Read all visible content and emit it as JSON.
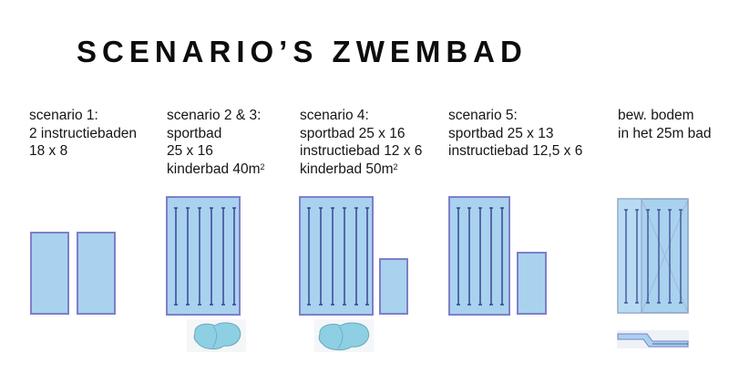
{
  "title": "SCENARIO’S ZWEMBAD",
  "scenarios": [
    {
      "lines": [
        "scenario 1:",
        "2 instructiebaden",
        "18 x 8"
      ]
    },
    {
      "lines": [
        "scenario 2 & 3:",
        "sportbad",
        "25 x 16",
        "kinderbad 40m"
      ],
      "sup": "2"
    },
    {
      "lines": [
        "scenario 4:",
        "sportbad 25 x 16",
        "instructiebad 12 x 6",
        "kinderbad 50m"
      ],
      "sup": "2"
    },
    {
      "lines": [
        "scenario 5:",
        "sportbad 25 x 13",
        "instructiebad 12,5 x 6"
      ]
    },
    {
      "lines": [
        "bew. bodem",
        "in het 25m bad"
      ]
    }
  ],
  "colors": {
    "water": "#a9d2ef",
    "pool_border": "#7f7fc8",
    "lane_line": "#2d3c8c",
    "kids_pool": "#8fcfe3",
    "kids_pool_border": "#66a9bd"
  }
}
